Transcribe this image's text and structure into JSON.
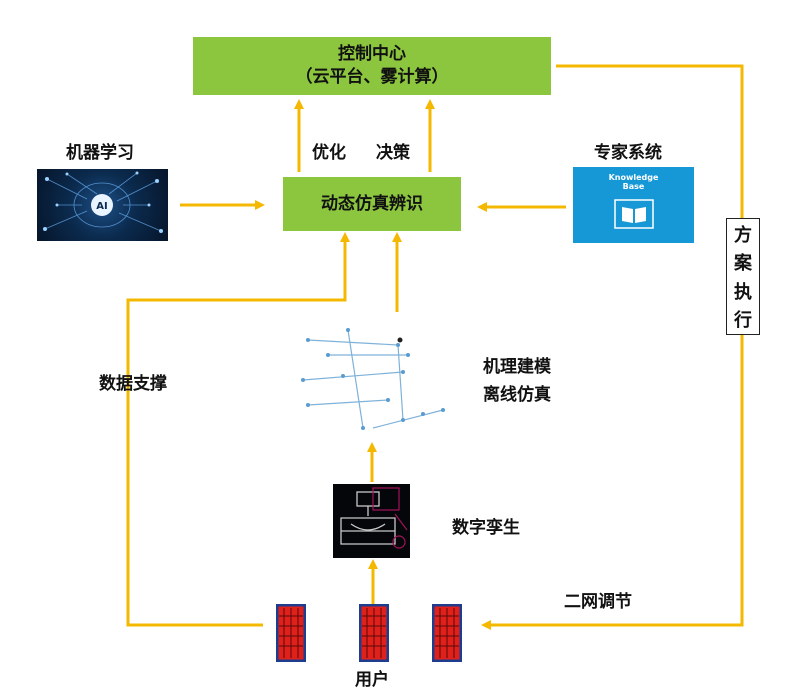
{
  "control_center": {
    "line1": "控制中心",
    "line2": "（云平台、雾计算）"
  },
  "labels": {
    "optimize": "优化",
    "decision": "决策",
    "machine_learning": "机器学习",
    "expert_system": "专家系统",
    "dynamic_sim": "动态仿真辨识",
    "mechanism_modeling": "机理建模",
    "offline_sim": "离线仿真",
    "data_support": "数据支撑",
    "digital_twin": "数字孪生",
    "network_regulation": "二网调节",
    "user": "用户"
  },
  "execution": {
    "chars": [
      "方",
      "案",
      "执",
      "行"
    ]
  },
  "images": {
    "ai_badge": "AI",
    "kb_line1": "Knowledge",
    "kb_line2": "Base"
  },
  "icons": {
    "ai": "brain-network-icon",
    "knowledge": "book-icon",
    "building": "building-icon",
    "flowmeter": "flowmeter-icon"
  },
  "colors": {
    "arrow": "#f5b800",
    "green": "#8cc63f",
    "kb_blue": "#1798d6",
    "building_red": "#e0201a",
    "building_blue": "#1f3d8f"
  }
}
